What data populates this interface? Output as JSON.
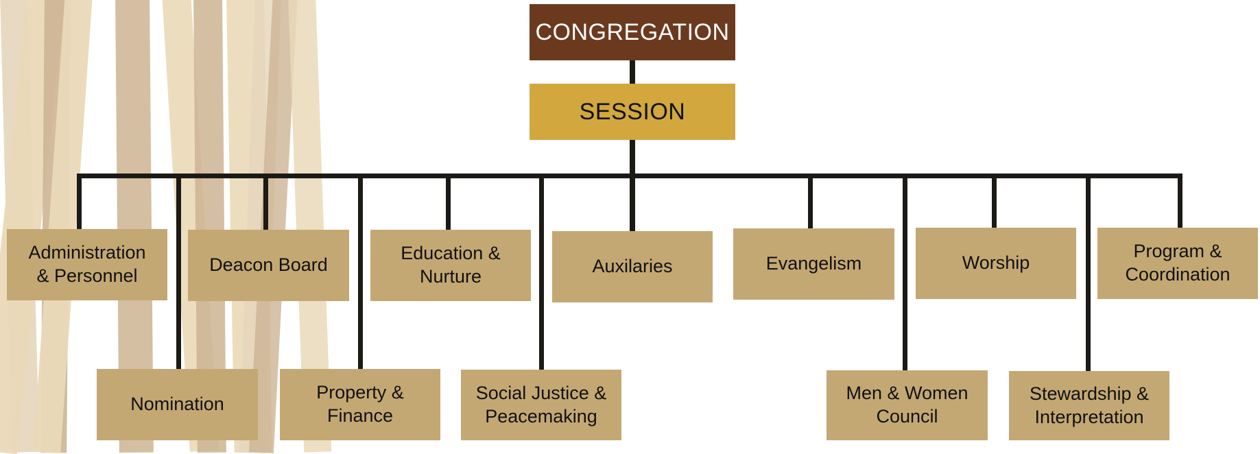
{
  "colors": {
    "congregation": "#6b3a1e",
    "session": "#d1a73e",
    "committee": "#c4a874",
    "connector": "#1c1a17",
    "stripe_light": "#ead9b8",
    "stripe_mid": "#cdb493",
    "stripe_pale": "#e6d6bb"
  },
  "chart": {
    "congregation": "CONGREGATION",
    "session": "SESSION",
    "committees_upper": [
      "Administration\n& Personnel",
      "Deacon Board",
      "Education &\nNurture",
      "Auxilaries",
      "Evangelism",
      "Worship",
      "Program &\nCoordination"
    ],
    "committees_lower": [
      "Nomination",
      "Property &\nFinance",
      "Social Justice &\nPeacemaking",
      "Men & Women\nCouncil",
      "Stewardship &\nInterpretation"
    ]
  }
}
